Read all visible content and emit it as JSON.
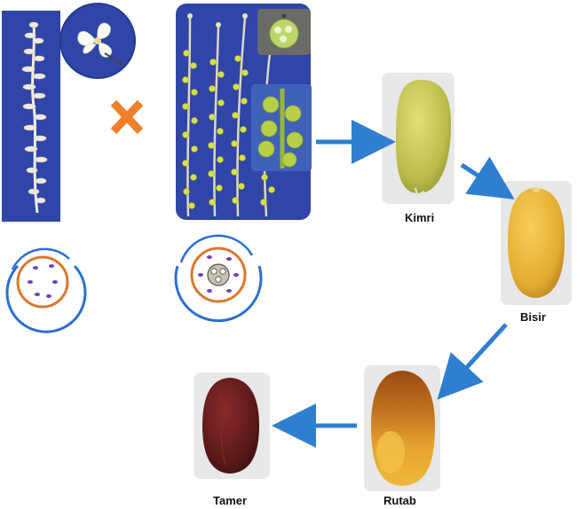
{
  "stages": [
    {
      "key": "kimri",
      "label": "Kimri"
    },
    {
      "key": "bisir",
      "label": "Bisir"
    },
    {
      "key": "rutab",
      "label": "Rutab"
    },
    {
      "key": "tamer",
      "label": "Tamer"
    }
  ],
  "colors": {
    "panel_blue": "#2f45a8",
    "cross_orange": "#f07f2a",
    "arrow_blue": "#2f7fd0",
    "diagram_blue": "#2c6fd1",
    "diagram_orange": "#d9782f",
    "kimri_fruit": "#c9c95a",
    "bisir_fruit": "#e9b93c",
    "rutab_fruit": "#d9962a",
    "tamer_fruit": "#5c1b1c"
  },
  "icons": {
    "cross": "cross-icon",
    "arrow": "arrow-icon"
  }
}
